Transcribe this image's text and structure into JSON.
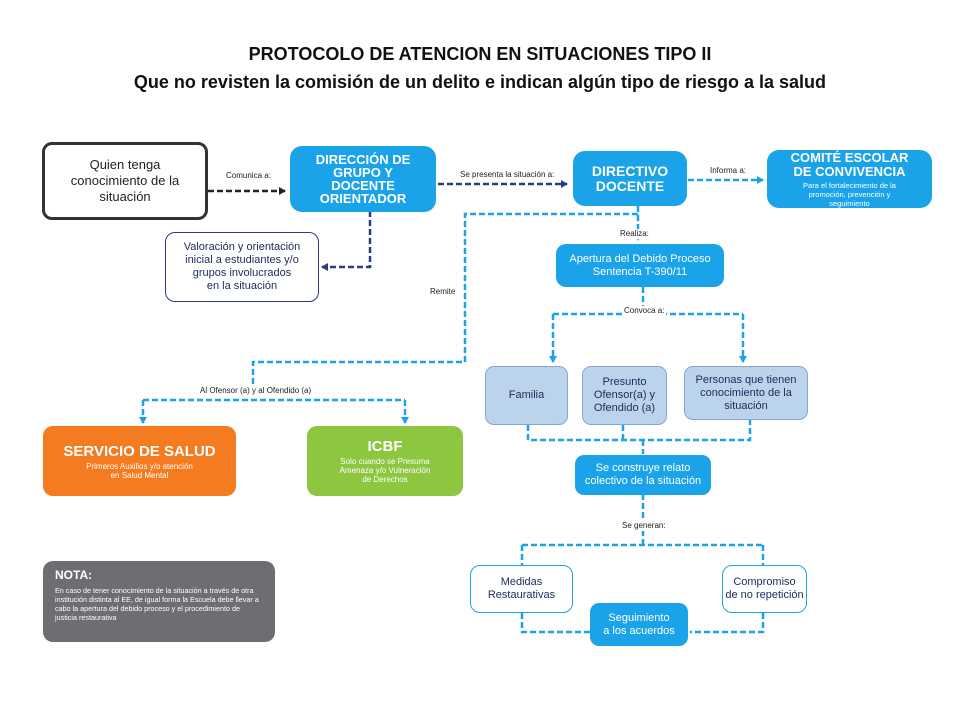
{
  "header": {
    "title": "PROTOCOLO DE ATENCION EN SITUACIONES TIPO II",
    "subtitle": "Que no revisten la comisión de un delito e indican algún tipo de riesgo a la salud"
  },
  "nodes": {
    "quien": "Quien tenga\nconocimiento de la\nsituación",
    "direccion": "DIRECCIÓN DE\nGRUPO Y\nDOCENTE\nORIENTADOR",
    "directivo": "DIRECTIVO\nDOCENTE",
    "comite_title": "COMITÉ ESCOLAR\nDE CONVIVENCIA",
    "comite_sub": "Para el fortalecimiento de la\npromoción, prevención y\nseguimiento",
    "valoracion": "Valoración y orientación\ninicial a estudiantes y/o\ngrupos involucrados\nen la situación",
    "apertura": "Apertura del Debido Proceso\nSentencia T-390/11",
    "familia": "Familia",
    "presunto": "Presunto\nOfensor(a) y\nOfendido (a)",
    "personas": "Personas que tienen\nconocimiento de la\nsituación",
    "salud_title": "SERVICIO DE SALUD",
    "salud_sub": "Primeros Auxilios y/o atención\nen Salud Mental",
    "icbf_title": "ICBF",
    "icbf_sub": "Solo cuando se Presuma\nAmenaza y/o Vulneración\nde Derechos",
    "relato": "Se construye relato\ncolectivo de la situación",
    "medidas": "Medidas\nRestaurativas",
    "compromiso": "Compromiso\nde no repetición",
    "seguimiento": "Seguimiento\na los acuerdos",
    "nota_title": "NOTA:",
    "nota_text": "En caso de tener conocimiento de la situación a través de otra institución distinta al EE, de igual forma la Escuela debe llevar a cabo la apertura del debido proceso y el procedimiento de justicia restaurativa"
  },
  "labels": {
    "comunica": "Comunica a:",
    "presenta": "Se presenta la situación a:",
    "informa": "Informa a:",
    "realiza": "Realiza:",
    "remite": "Remite",
    "convoca": "Convoca a:",
    "ofensor": "Al Ofensor (a) y al Ofendido (a)",
    "generan": "Se generan:"
  },
  "colors": {
    "accent_blue": "#1aa3e8",
    "navy": "#2b3a8a",
    "orange": "#f47b20",
    "green": "#8dc63f",
    "gray": "#6d6e71",
    "pale_blue": "#bcd3ec"
  }
}
